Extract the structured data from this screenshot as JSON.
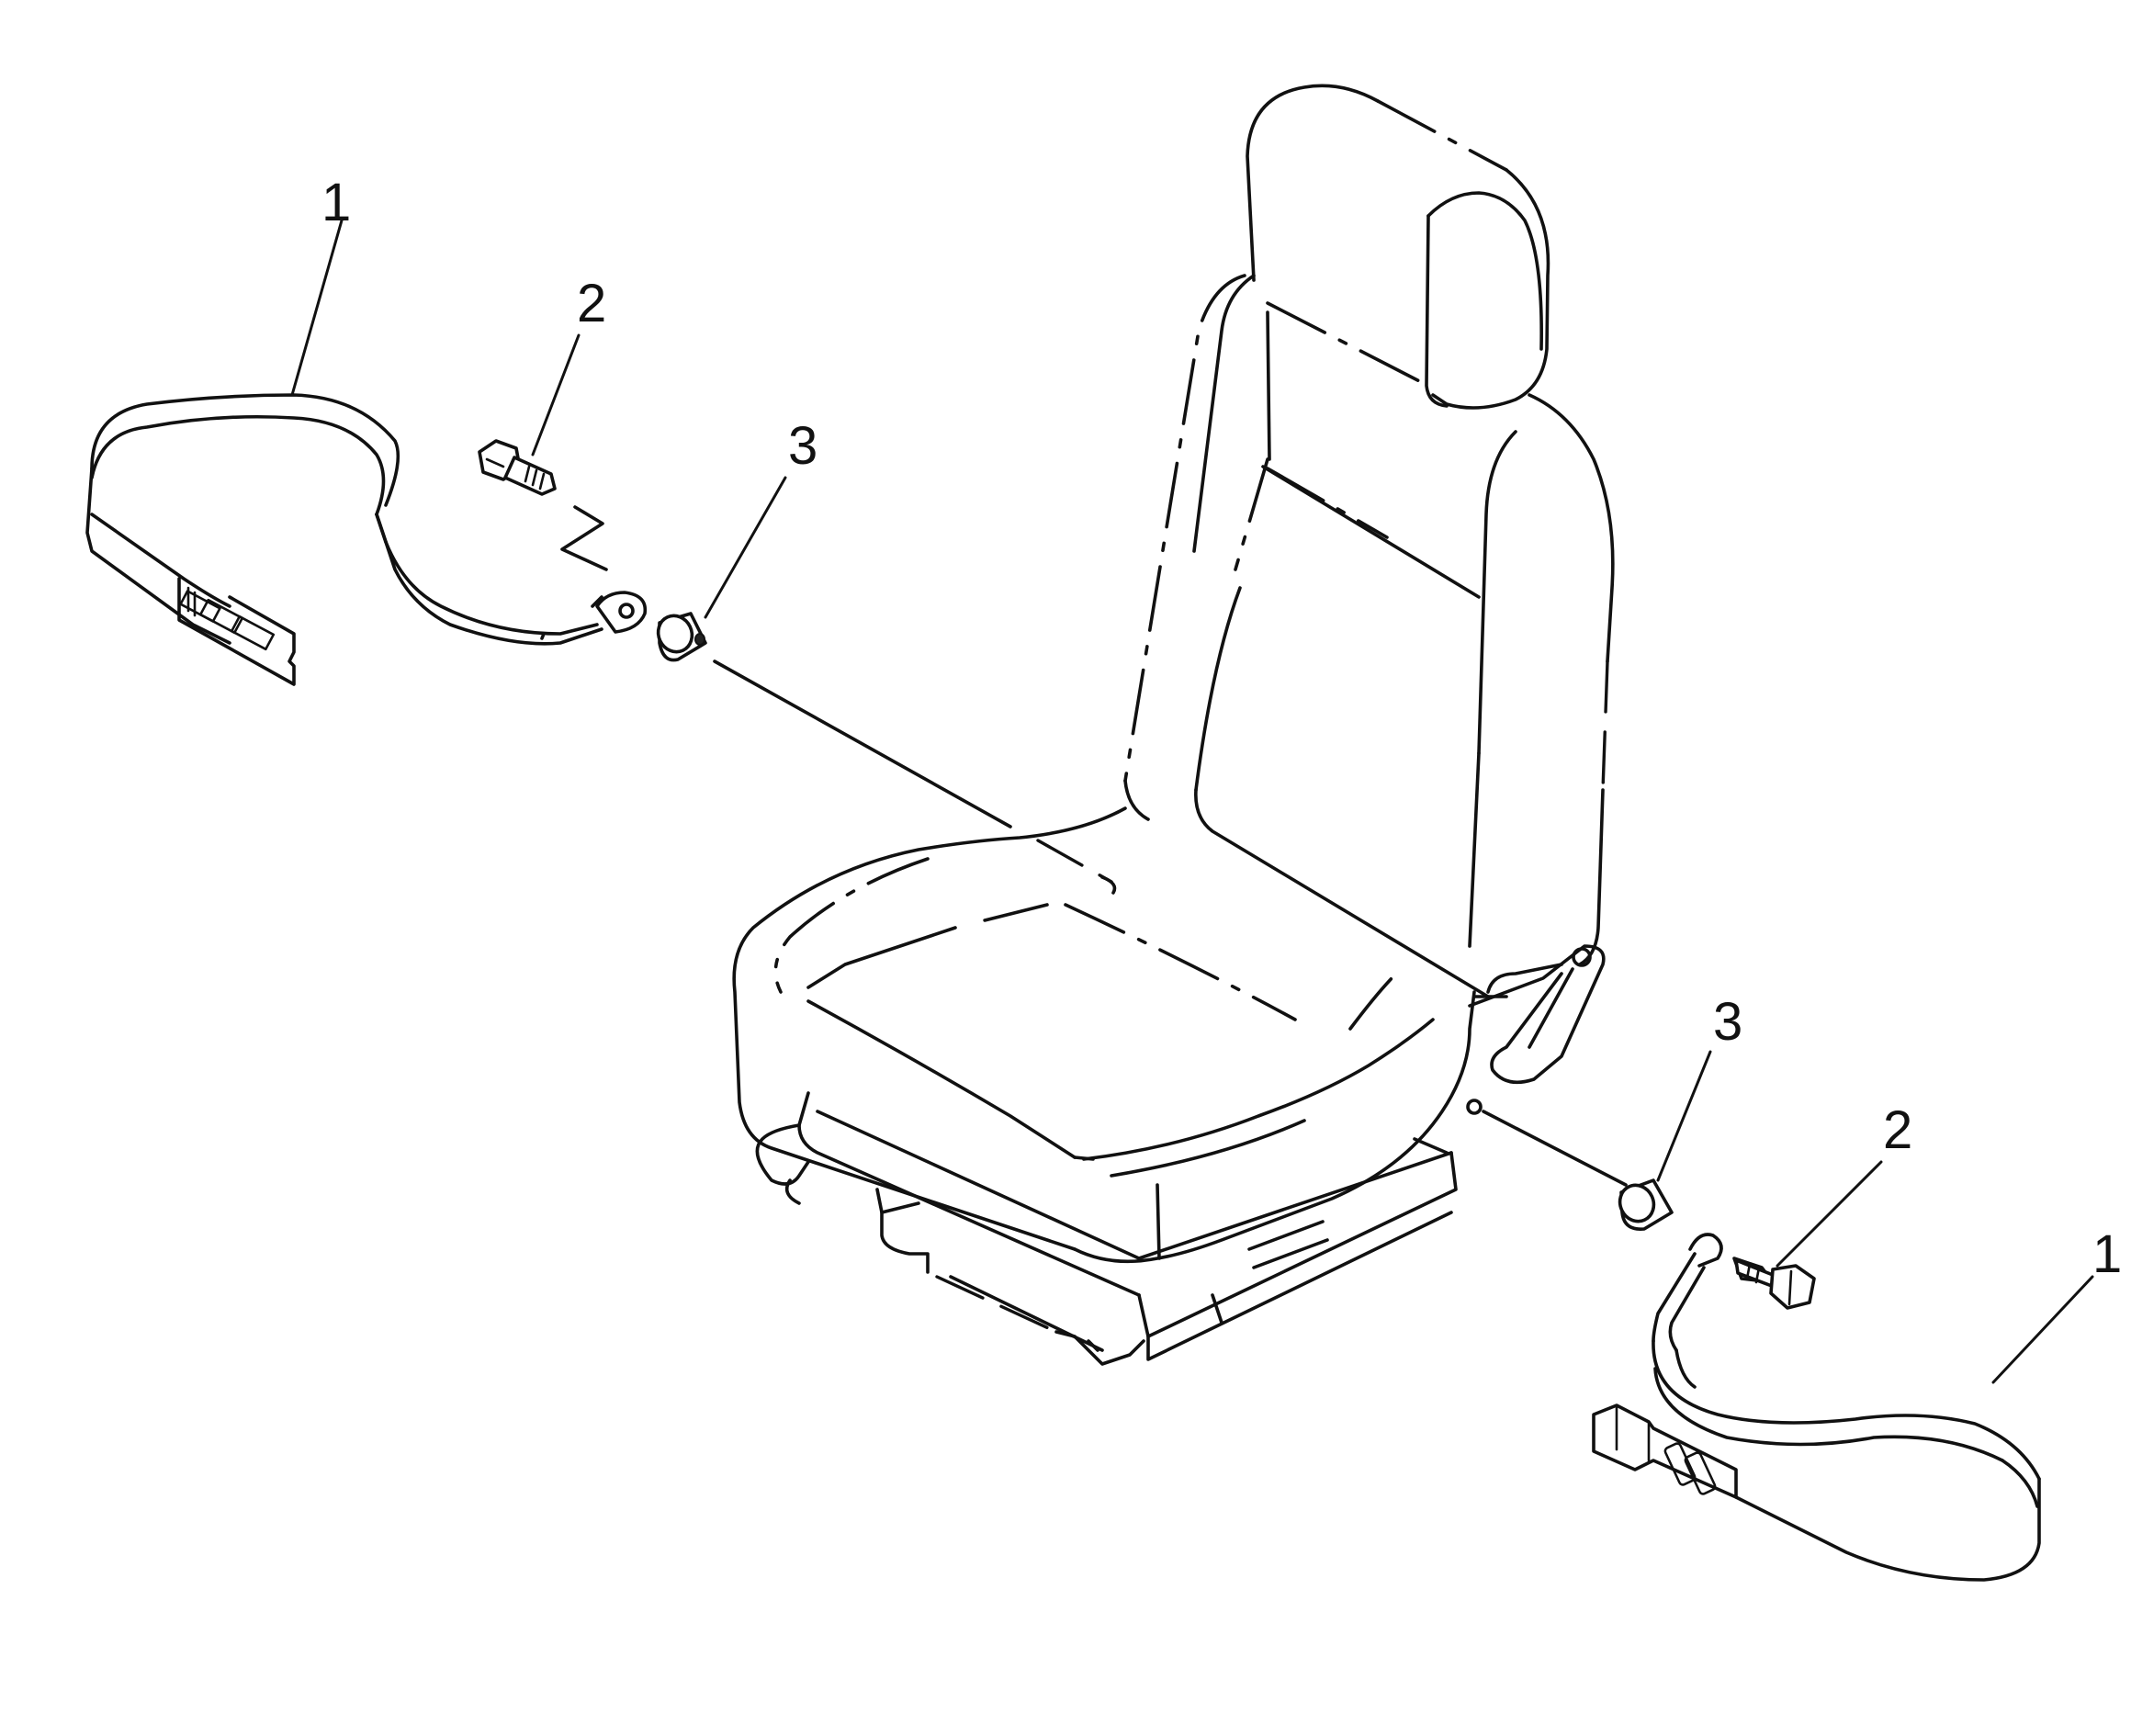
{
  "callouts": [
    {
      "id": "left-belt",
      "label": "1"
    },
    {
      "id": "left-bolt",
      "label": "2"
    },
    {
      "id": "left-spacer",
      "label": "3"
    },
    {
      "id": "right-spacer",
      "label": "3"
    },
    {
      "id": "right-bolt",
      "label": "2"
    },
    {
      "id": "right-belt",
      "label": "1"
    }
  ]
}
